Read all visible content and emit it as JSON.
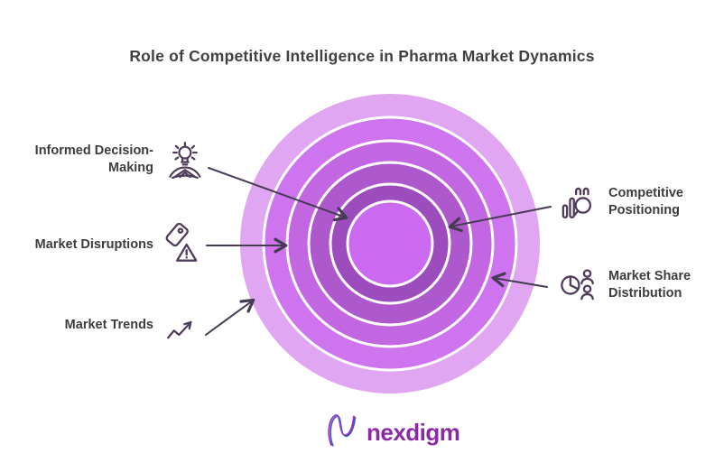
{
  "title": "Role of Competitive Intelligence in Pharma Market Dynamics",
  "colors": {
    "rings": [
      "#e0a6f2",
      "#cd74ee",
      "#c266e2",
      "#ad58cd",
      "#9c4cbd",
      "#cb6af0"
    ],
    "ring_divider": "#ffffff",
    "arrow": "#473b54",
    "icon_stroke": "#4e3c5a",
    "title_text": "#414042",
    "label_text": "#3d3c3e",
    "brand_text": "#8b2aa6"
  },
  "labels": {
    "left": [
      {
        "lines": [
          "Informed Decision-",
          "Making"
        ],
        "icon": "idea-lightbulb-icon"
      },
      {
        "lines": [
          "Market Disruptions"
        ],
        "icon": "price-tag-warning-icon"
      },
      {
        "lines": [
          "Market Trends"
        ],
        "icon": "trend-up-arrow-icon"
      }
    ],
    "right": [
      {
        "lines": [
          "Competitive",
          "Positioning"
        ],
        "icon": "bar-chart-magnifier-icon"
      },
      {
        "lines": [
          "Market Share",
          "Distribution"
        ],
        "icon": "pie-chart-people-icon"
      }
    ]
  },
  "footer": {
    "brand": "nexdigm"
  }
}
